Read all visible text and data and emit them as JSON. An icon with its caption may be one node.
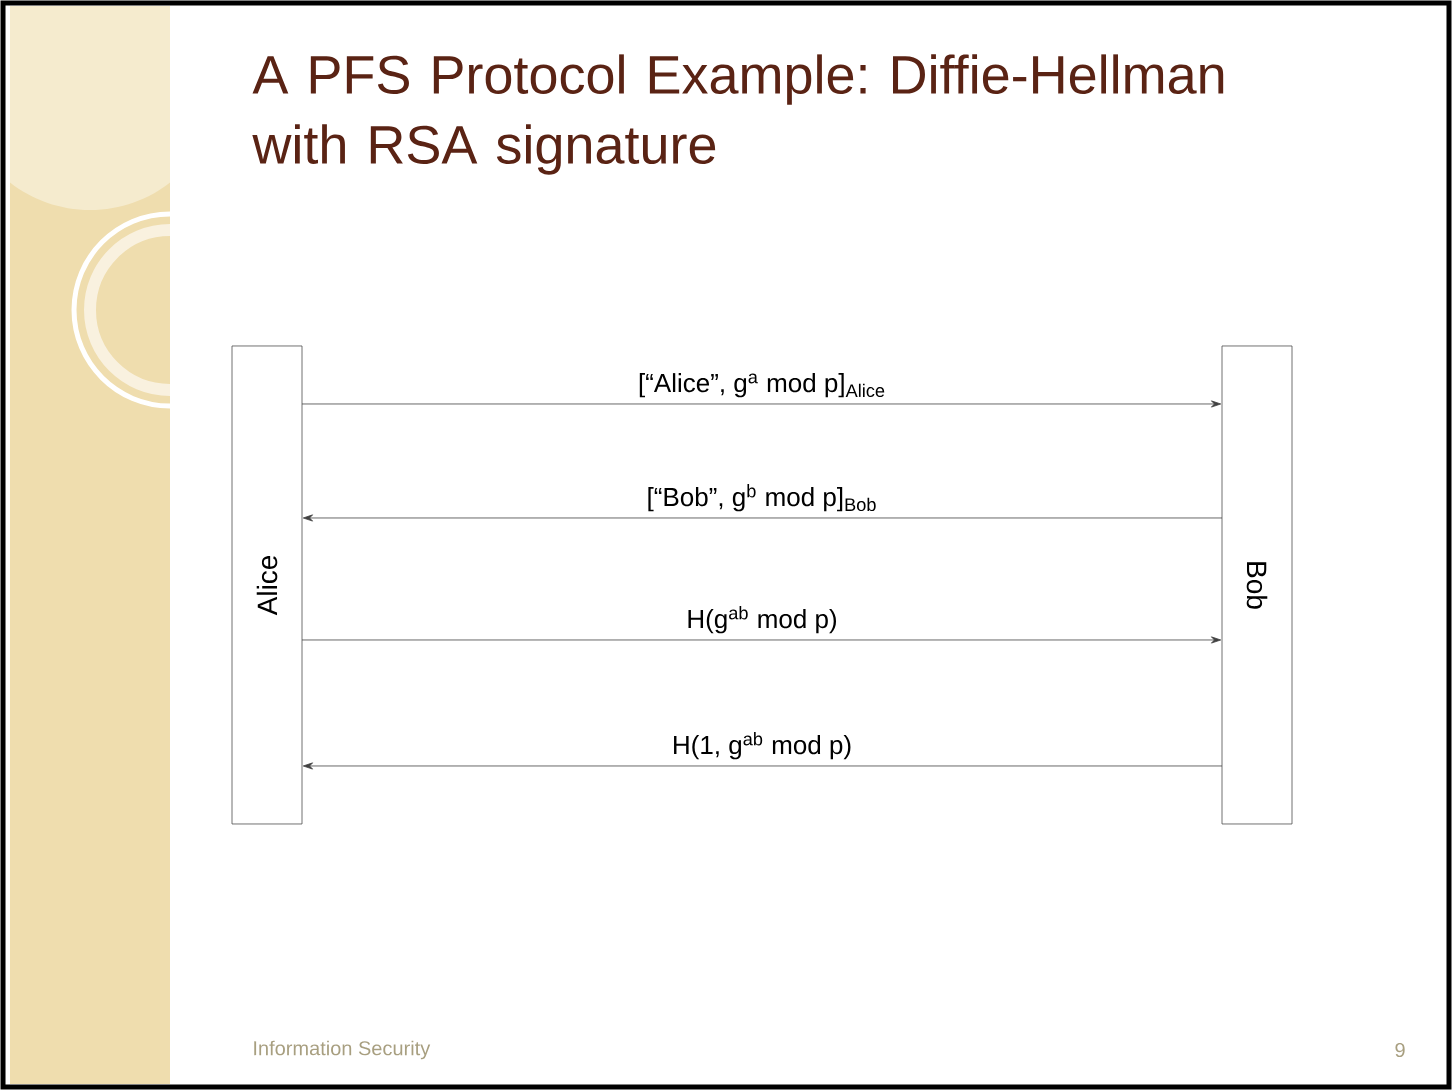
{
  "diagram": {
    "title": "A PFS Protocol Example: Diffie-Hellman with RSA signature",
    "nodes": [
      {
        "text": [
          "Alice"
        ]
      },
      {
        "text": [
          "Bob"
        ]
      }
    ],
    "edges": [
      {
        "from": 0,
        "to": 1,
        "arrow": "to",
        "label": "[“Alice”, g$^{a}$ mod p]$_{Alice}$"
      },
      {
        "from": 1,
        "to": 0,
        "arrow": "to",
        "label": "[“Bob”, g$^{b}$ mod p]$_{Bob}$"
      },
      {
        "from": 0,
        "to": 1,
        "arrow": "to",
        "label": "H(g$^{ab}$ mod p)"
      },
      {
        "from": 1,
        "to": 0,
        "arrow": "to",
        "label": "H(1, g$^{ab}$ mod p)"
      }
    ],
    "labels": [
      "Information Security",
      "9"
    ]
  }
}
